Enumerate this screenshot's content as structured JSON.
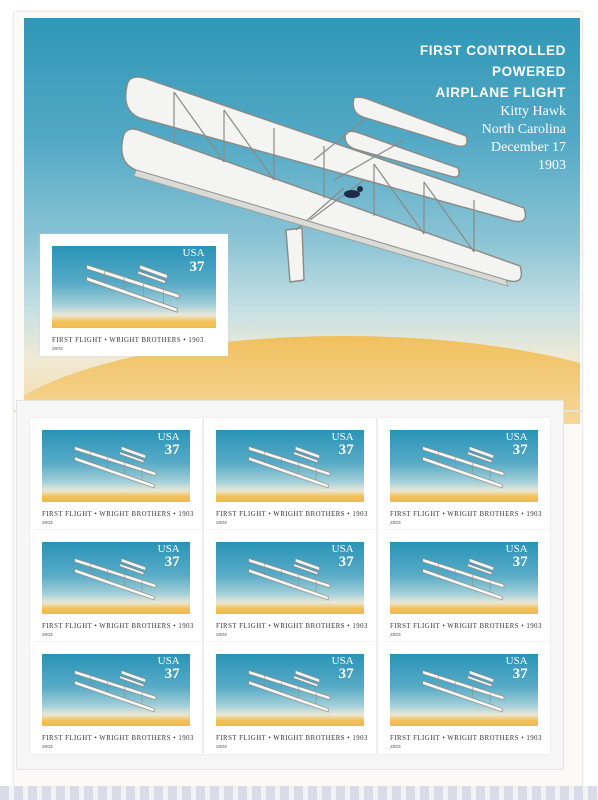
{
  "headline": {
    "line1": "FIRST CONTROLLED",
    "line2": "POWERED",
    "line3": "AIRPLANE FLIGHT",
    "place1": "Kitty Hawk",
    "place2": "North Carolina",
    "date": "December 17",
    "year": "1903"
  },
  "stamp": {
    "country": "USA",
    "denomination": "37",
    "caption": "FIRST FLIGHT • WRIGHT BROTHERS • 1903",
    "imprint_year": "2003"
  },
  "pane": {
    "rows": 3,
    "columns": 3
  },
  "colors": {
    "sky_top": "#2f97b7",
    "sand": "#f1c05e",
    "text_white": "#ffffff"
  }
}
